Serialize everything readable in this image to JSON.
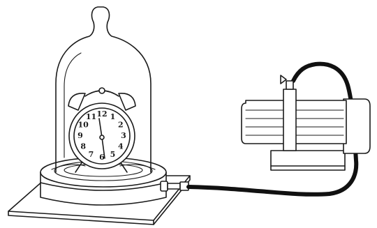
{
  "clock": {
    "numerals": [
      "12",
      "1",
      "2",
      "3",
      "4",
      "5",
      "6",
      "7",
      "8",
      "9",
      "10",
      "11"
    ]
  },
  "icons": {
    "bell_jar": "bell-jar-icon",
    "alarm_clock": "alarm-clock-icon",
    "vacuum_pump": "vacuum-pump-icon",
    "hose": "hose-icon",
    "valve": "valve-icon"
  }
}
